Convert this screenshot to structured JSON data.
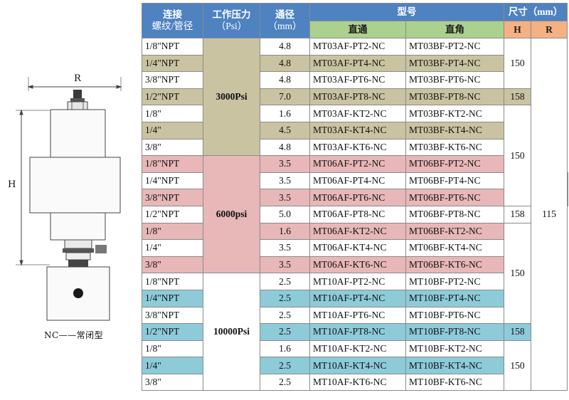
{
  "drawing": {
    "dim_r_label": "R",
    "dim_h_label": "H",
    "caption": "NC——常闭型"
  },
  "header": {
    "connection": "连接",
    "connection_sub": "螺纹/管径",
    "pressure": "工作压力",
    "pressure_unit": "（Psi）",
    "bore": "通径",
    "bore_unit": "（mm）",
    "model": "型号",
    "straight": "直通",
    "angle": "直角",
    "size": "尺寸（mm）",
    "h": "H",
    "r": "R"
  },
  "colors": {
    "header_blue": "#4e82c1",
    "sub_green": "#acd18f",
    "sub_orange": "#f4b183",
    "tan": "#c9c3a1",
    "pink": "#e8b7b8",
    "blue": "#8dcbd9"
  },
  "pressure_groups": [
    "3000Psi",
    "6000psi",
    "10000Psi"
  ],
  "r_value": "115",
  "h_values": [
    "150",
    "158",
    "150",
    "158",
    "150",
    "158",
    "150"
  ],
  "rows": [
    {
      "conn": "1/8\"NPT",
      "bore": "4.8",
      "straight": "MT03AF-PT2-NC",
      "angle": "MT03BF-PT2-NC"
    },
    {
      "conn": "1/4\"NPT",
      "bore": "4.8",
      "straight": "MT03AF-PT4-NC",
      "angle": "MT03BF-PT4-NC"
    },
    {
      "conn": "3/8\"NPT",
      "bore": "4.8",
      "straight": "MT03AF-PT6-NC",
      "angle": "MT03BF-PT6-NC"
    },
    {
      "conn": "1/2\"NPT",
      "bore": "7.0",
      "straight": "MT03AF-PT8-NC",
      "angle": "MT03BF-PT8-NC"
    },
    {
      "conn": "1/8\"",
      "bore": "1.6",
      "straight": "MT03AF-KT2-NC",
      "angle": "MT03BF-KT2-NC"
    },
    {
      "conn": "1/4\"",
      "bore": "4.5",
      "straight": "MT03AF-KT4-NC",
      "angle": "MT03BF-KT4-NC"
    },
    {
      "conn": "3/8\"",
      "bore": "4.8",
      "straight": "MT03AF-KT6-NC",
      "angle": "MT03BF-KT6-NC"
    },
    {
      "conn": "1/8\"NPT",
      "bore": "3.5",
      "straight": "MT06AF-PT2-NC",
      "angle": "MT06BF-PT2-NC"
    },
    {
      "conn": "1/4\"NPT",
      "bore": "3.5",
      "straight": "MT06AF-PT4-NC",
      "angle": "MT06BF-PT4-NC"
    },
    {
      "conn": "3/8\"NPT",
      "bore": "3.5",
      "straight": "MT06AF-PT6-NC",
      "angle": "MT06BF-PT6-NC"
    },
    {
      "conn": "1/2\"NPT",
      "bore": "5.0",
      "straight": "MT06AF-PT8-NC",
      "angle": "MT06BF-PT8-NC"
    },
    {
      "conn": "1/8\"",
      "bore": "1.6",
      "straight": "MT06AF-KT2-NC",
      "angle": "MT06BF-KT2-NC"
    },
    {
      "conn": "1/4\"",
      "bore": "3.5",
      "straight": "MT06AF-KT4-NC",
      "angle": "MT06BF-KT4-NC"
    },
    {
      "conn": "3/8\"",
      "bore": "3.5",
      "straight": "MT06AF-KT6-NC",
      "angle": "MT06BF-KT6-NC"
    },
    {
      "conn": "1/8\"NPT",
      "bore": "2.5",
      "straight": "MT10AF-PT2-NC",
      "angle": "MT10BF-PT2-NC"
    },
    {
      "conn": "1/4\"NPT",
      "bore": "2.5",
      "straight": "MT10AF-PT4-NC",
      "angle": "MT10BF-PT4-NC"
    },
    {
      "conn": "3/8\"NPT",
      "bore": "2.5",
      "straight": "MT10AF-PT6-NC",
      "angle": "MT10BF-PT6-NC"
    },
    {
      "conn": "1/2\"NPT",
      "bore": "2.5",
      "straight": "MT10AF-PT8-NC",
      "angle": "MT10BF-PT8-NC"
    },
    {
      "conn": "1/8\"",
      "bore": "1.6",
      "straight": "MT10AF-KT2-NC",
      "angle": "MT10BF-KT2-NC"
    },
    {
      "conn": "1/4\"",
      "bore": "2.5",
      "straight": "MT10AF-KT4-NC",
      "angle": "MT10BF-KT4-NC"
    },
    {
      "conn": "3/8\"",
      "bore": "2.5",
      "straight": "MT10AF-KT6-NC",
      "angle": "MT10BF-KT6-NC"
    }
  ]
}
